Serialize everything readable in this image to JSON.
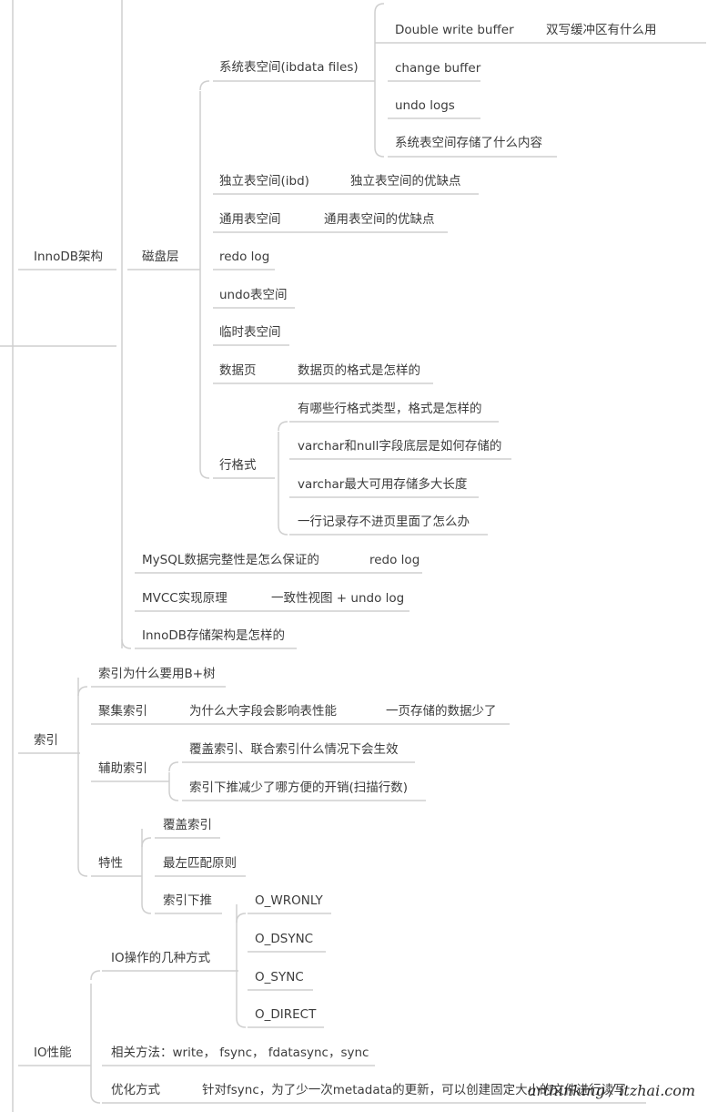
{
  "colors": {
    "line": "#cfcfcf",
    "text": "#3c3c3c"
  },
  "nodes": {
    "innodb": "InnoDB架构",
    "disk": "磁盘层",
    "sys_ts": "系统表空间(ibdata files)",
    "dwb": "Double write buffer",
    "dwb_q": "双写缓冲区有什么用",
    "cb": "change buffer",
    "undo_logs": "undo logs",
    "sys_q": "系统表空间存储了什么内容",
    "ibd": "独立表空间(ibd)",
    "ibd_q": "独立表空间的优缺点",
    "gen": "通用表空间",
    "gen_q": "通用表空间的优缺点",
    "redo": "redo log",
    "undo_ts": "undo表空间",
    "tmp": "临时表空间",
    "page": "数据页",
    "page_q": "数据页的格式是怎样的",
    "row": "行格式",
    "row1": "有哪些行格式类型，格式是怎样的",
    "row2": "varchar和null字段底层是如何存储的",
    "row3": "varchar最大可用存储多大长度",
    "row4": "一行记录存不进页里面了怎么办",
    "integ": "MySQL数据完整性是怎么保证的",
    "integ_a": "redo log",
    "mvcc": "MVCC实现原理",
    "mvcc_a": "一致性视图 + undo log",
    "arch": "InnoDB存储架构是怎样的",
    "index": "索引",
    "idx_b": "索引为什么要用B+树",
    "clus": "聚集索引",
    "clus_q": "为什么大字段会影响表性能",
    "clus_a": "一页存储的数据少了",
    "sec": "辅助索引",
    "sec1": "覆盖索引、联合索引什么情况下会生效",
    "sec2": "索引下推减少了哪方便的开销(扫描行数)",
    "feat": "特性",
    "feat1": "覆盖索引",
    "feat2": "最左匹配原则",
    "feat3": "索引下推",
    "io": "IO性能",
    "io_ways": "IO操作的几种方式",
    "o1": "O_WRONLY",
    "o2": "O_DSYNC",
    "o3": "O_SYNC",
    "o4": "O_DIRECT",
    "methods": "相关方法：write， fsync， fdatasync，sync",
    "opt": "优化方式",
    "opt_a": "针对fsync，为了少一次metadata的更新，可以创建固定大小的文件进行读写"
  },
  "watermark": "arthinking / itzhai.com"
}
